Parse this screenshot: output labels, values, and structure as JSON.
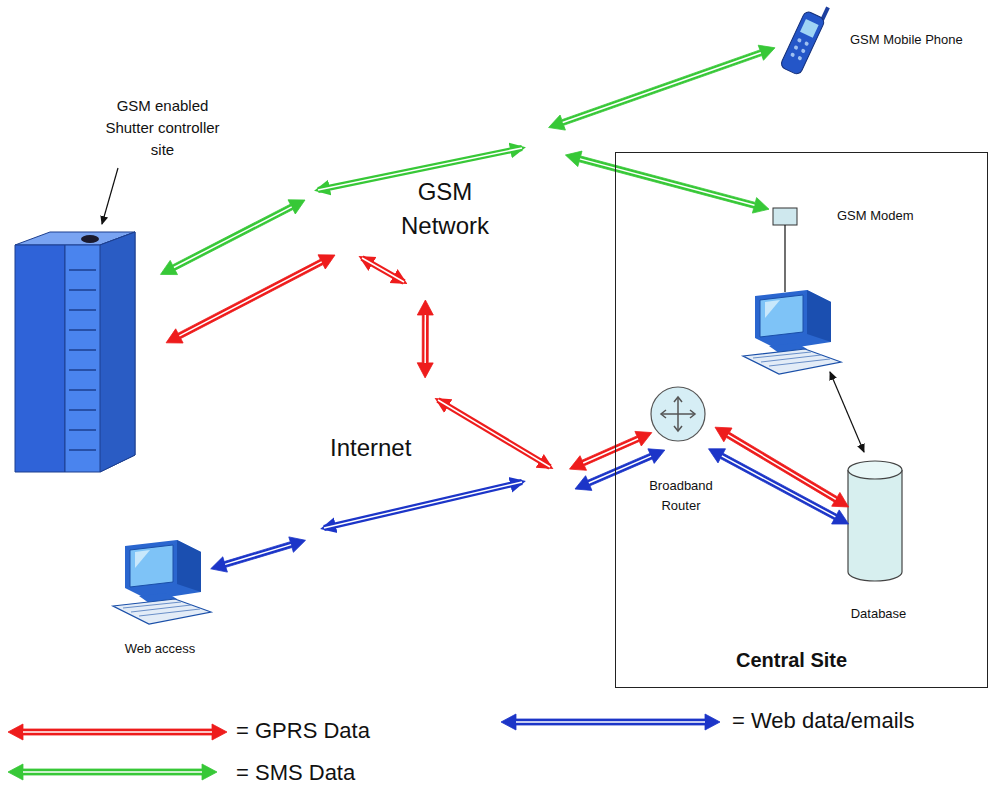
{
  "diagram": {
    "nodes": [
      {
        "text": [
          "GSM enabled Shutter controller site"
        ]
      },
      {
        "text": [
          "GSM Network"
        ]
      },
      {
        "text": [
          "GSM Mobile Phone"
        ]
      },
      {
        "text": [
          "Internet"
        ]
      },
      {
        "text": [
          "Web access"
        ]
      },
      {
        "text": [
          "Central Site"
        ]
      },
      {
        "text": [
          "GSM Modem"
        ],
        "in": 5
      },
      {
        "text": [
          "Broadband Router"
        ],
        "in": 5
      },
      {
        "text": [
          "Database"
        ],
        "in": 5
      }
    ],
    "edges": [
      {
        "from": 1,
        "to": 2,
        "arrow": "both"
      },
      {
        "from": 0,
        "to": 1,
        "arrow": "both"
      },
      {
        "from": 0,
        "to": 1,
        "arrow": "both"
      },
      {
        "from": 1,
        "to": 6,
        "arrow": "both"
      },
      {
        "from": 1,
        "to": 3,
        "arrow": "both"
      },
      {
        "from": 3,
        "to": 7,
        "arrow": "both"
      },
      {
        "from": 3,
        "to": 7,
        "arrow": "both"
      },
      {
        "from": 7,
        "to": 8,
        "arrow": "both"
      },
      {
        "from": 7,
        "to": 8,
        "arrow": "both"
      },
      {
        "from": 4,
        "to": 3,
        "arrow": "both"
      }
    ],
    "legend": [
      {
        "text": "= GPRS Data",
        "color": "#ee1c1c"
      },
      {
        "text": "= Web data/emails",
        "color": "#1c35c8"
      },
      {
        "text": "= SMS Data",
        "color": "#37c837"
      }
    ]
  }
}
